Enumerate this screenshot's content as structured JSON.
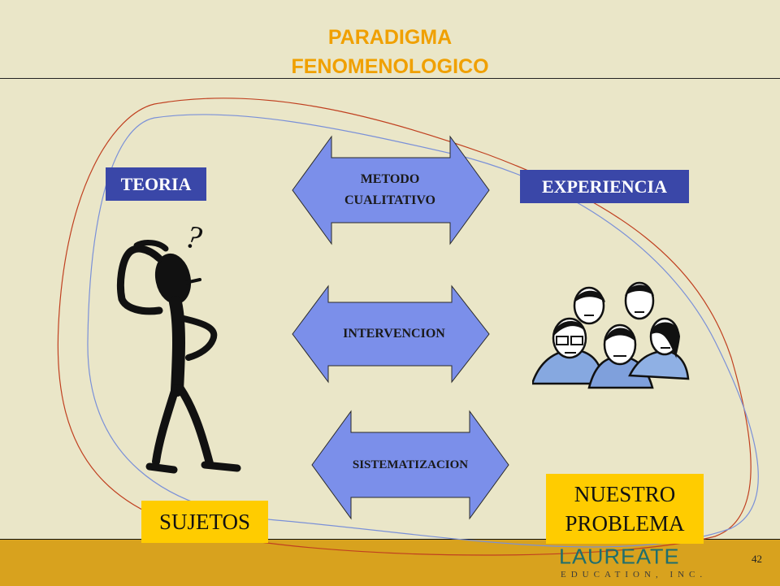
{
  "slide": {
    "title_line1": "PARADIGMA",
    "title_line2": "FENOMENOLOGICO",
    "page_number": "42"
  },
  "labels": {
    "teoria": "TEORIA",
    "experiencia": "EXPERIENCIA",
    "sujetos": "SUJETOS",
    "problema_line1": "NUESTRO",
    "problema_line2": "PROBLEMA",
    "thinking_mark": "?"
  },
  "arrows": [
    {
      "line1": "METODO",
      "line2": "CUALITATIVO"
    },
    {
      "line1": "INTERVENCION"
    },
    {
      "line1": "SISTEMATIZACION"
    }
  ],
  "logo": {
    "main": "LAUREATE",
    "sub": "EDUCATION, INC."
  },
  "colors": {
    "background": "#EAE6C8",
    "title": "#F0A000",
    "label_box": "#3A47A8",
    "arrow_fill": "#7B8FEA",
    "highlight_box": "#FFCC00",
    "footer_band": "#D8A21E",
    "loop_red": "#C04020",
    "loop_blue": "#7A90D8"
  },
  "icons": [
    "thinking-person-clipart",
    "group-of-people-clipart"
  ]
}
